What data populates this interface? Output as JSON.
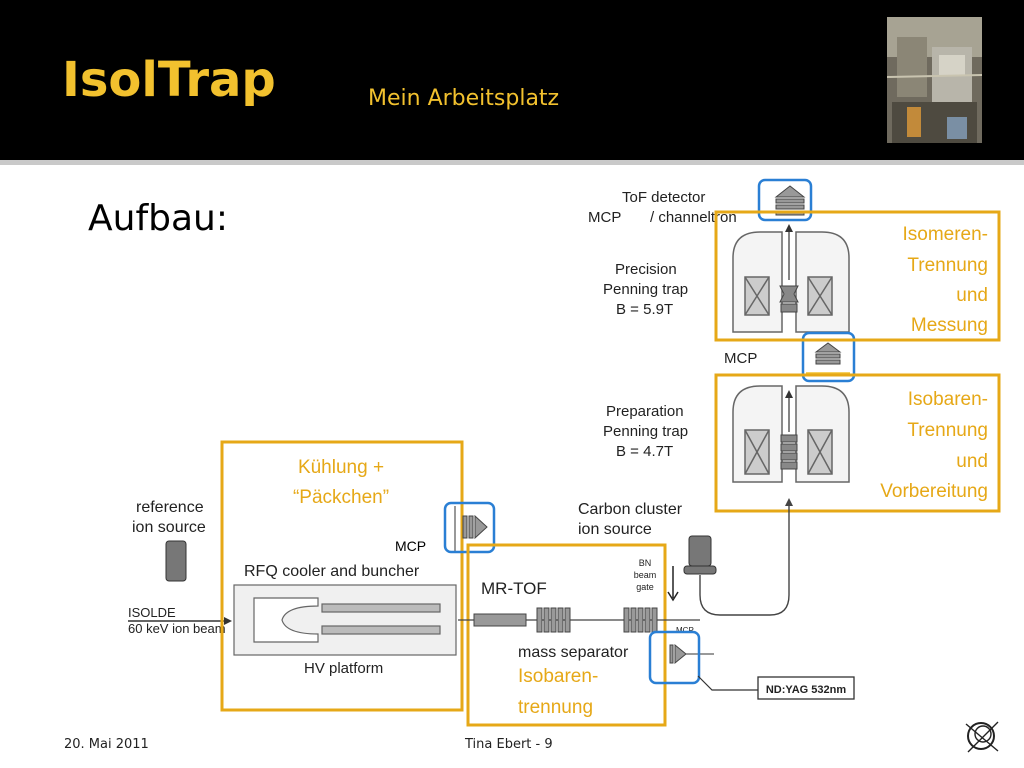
{
  "header": {
    "title": "IsolTrap",
    "subtitle": "Mein Arbeitsplatz",
    "photo_icon": "laboratory-photo"
  },
  "slide": {
    "heading": "Aufbau:"
  },
  "diagram": {
    "tof_detector": "ToF detector",
    "mcp_top": "MCP",
    "channeltron": "/ channeltron",
    "precision_trap": [
      "Precision",
      "Penning trap",
      "B = 5.9T"
    ],
    "mcp_mid": "MCP",
    "preparation_trap": [
      "Preparation",
      "Penning trap",
      "B = 4.7T"
    ],
    "carbon_source": [
      "Carbon cluster",
      "ion source"
    ],
    "reference_source": [
      "reference",
      "ion source"
    ],
    "isolde": [
      "ISOLDE",
      "60 keV ion beam"
    ],
    "rfq": "RFQ cooler and buncher",
    "hv_platform": "HV platform",
    "mcp_left": "MCP",
    "mr_tof": "MR-TOF",
    "mass_separator": "mass separator",
    "bn_gate": [
      "BN",
      "beam",
      "gate"
    ],
    "mcp_small": "MCP",
    "ndyag": "ND:YAG 532nm",
    "box_isomeren": [
      "Isomeren-",
      "Trennung",
      "und",
      "Messung"
    ],
    "box_isobaren_prep": [
      "Isobaren-",
      "Trennung",
      "und",
      "Vorbereitung"
    ],
    "box_kuehlung": [
      "Kühlung +",
      "“Päckchen”"
    ],
    "box_isobaren": [
      "Isobaren-",
      "trennung"
    ]
  },
  "colors": {
    "accent_yellow": "#f2c12e",
    "box_orange": "#e6a817",
    "highlight_blue": "#2a7fd4"
  },
  "footer": {
    "date": "20. Mai 2011",
    "center": "Tina Ebert - 9",
    "logo_icon": "cern-logo"
  }
}
